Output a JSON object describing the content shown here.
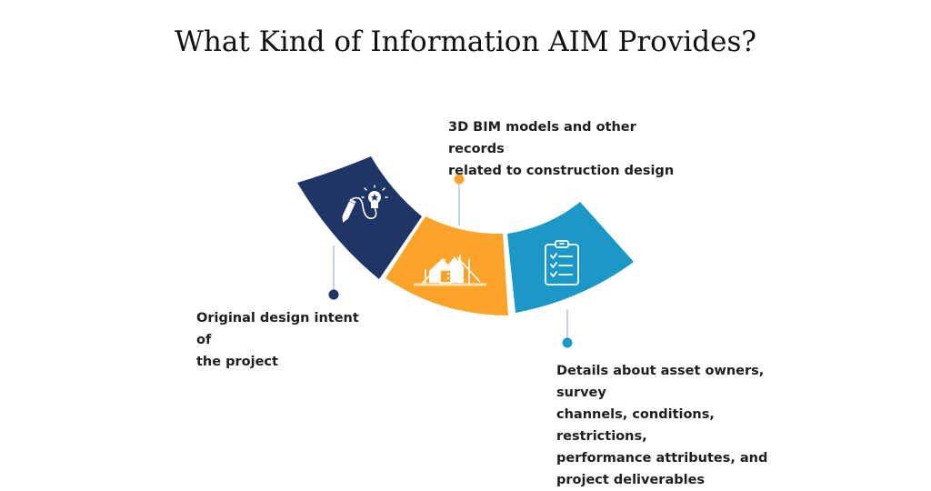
{
  "title": "What Kind of Information AIM Provides?",
  "colors": {
    "navy": "#1f3566",
    "orange": "#fca42a",
    "blue": "#1b98c6",
    "connector": "#c5d3e8",
    "text": "#1e1e1e",
    "background": "#ffffff"
  },
  "segments": [
    {
      "id": "design-intent",
      "color": "#1f3566",
      "icon": "pencil-lightbulb-icon",
      "label_lines": [
        "Original design intent of",
        "the project"
      ]
    },
    {
      "id": "bim-models",
      "color": "#fca42a",
      "icon": "house-construction-icon",
      "label_lines": [
        "3D BIM models and other records",
        "related to construction design"
      ]
    },
    {
      "id": "asset-details",
      "color": "#1b98c6",
      "icon": "clipboard-checklist-icon",
      "label_lines": [
        "Details about asset owners, survey",
        "channels, conditions, restrictions,",
        "performance attributes, and",
        "project deliverables"
      ]
    }
  ]
}
